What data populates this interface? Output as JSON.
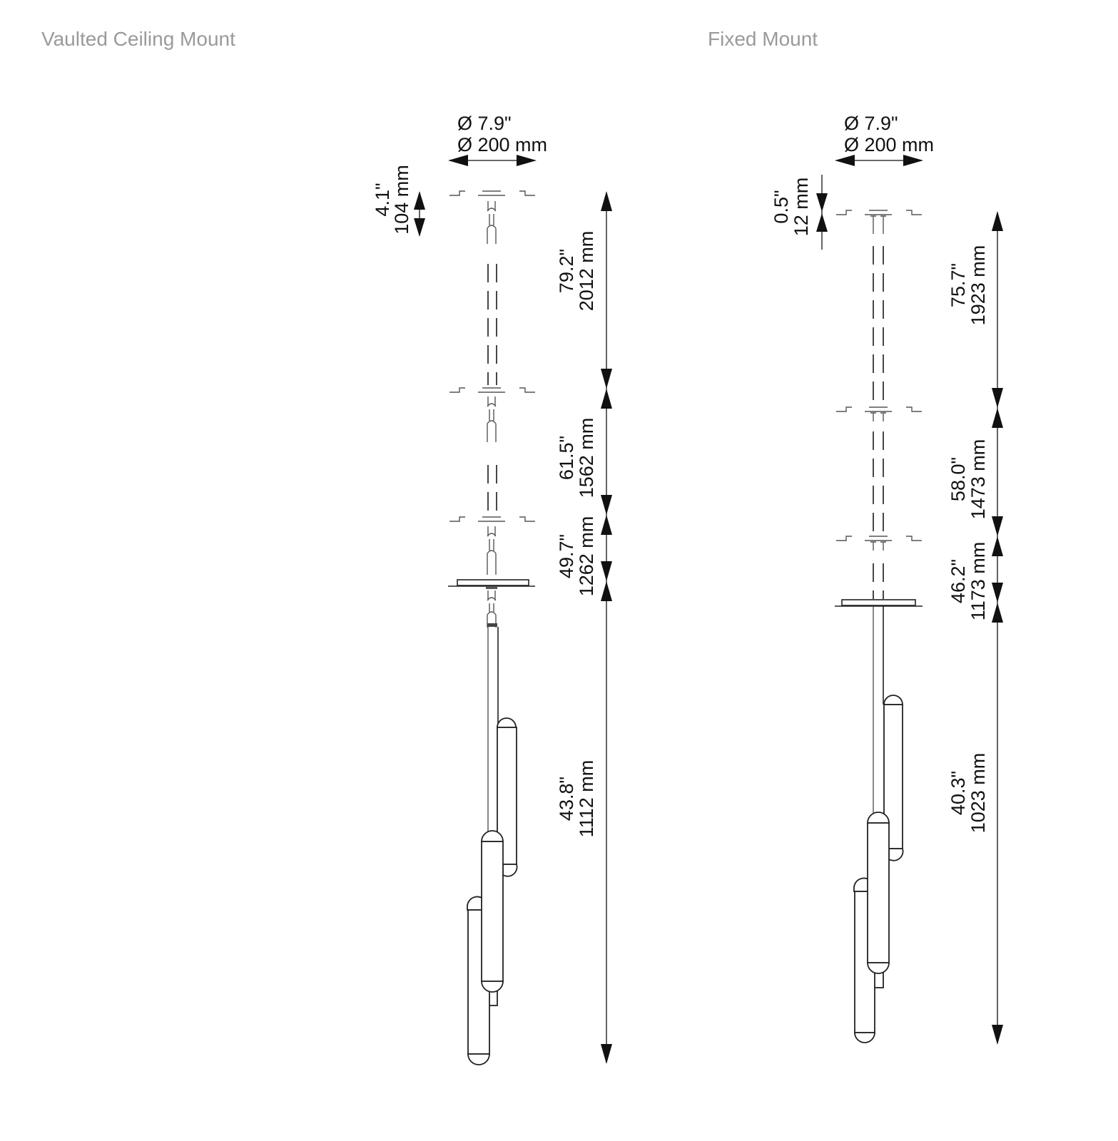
{
  "views": [
    {
      "title": "Vaulted Ceiling Mount",
      "diameter": {
        "imperial": "Ø 7.9\"",
        "metric": "Ø 200 mm"
      },
      "canopy_height": {
        "imperial": "4.1\"",
        "metric": "104 mm"
      },
      "drops": [
        {
          "imperial": "79.2\"",
          "metric": "2012 mm"
        },
        {
          "imperial": "61.5\"",
          "metric": "1562 mm"
        },
        {
          "imperial": "49.7\"",
          "metric": "1262 mm"
        },
        {
          "imperial": "43.8\"",
          "metric": "1112 mm"
        }
      ]
    },
    {
      "title": "Fixed Mount",
      "diameter": {
        "imperial": "Ø 7.9\"",
        "metric": "Ø 200 mm"
      },
      "canopy_height": {
        "imperial": "0.5\"",
        "metric": "12 mm"
      },
      "drops": [
        {
          "imperial": "75.7\"",
          "metric": "1923 mm"
        },
        {
          "imperial": "58.0\"",
          "metric": "1473 mm"
        },
        {
          "imperial": "46.2\"",
          "metric": "1173 mm"
        },
        {
          "imperial": "40.3\"",
          "metric": "1023 mm"
        }
      ]
    }
  ]
}
